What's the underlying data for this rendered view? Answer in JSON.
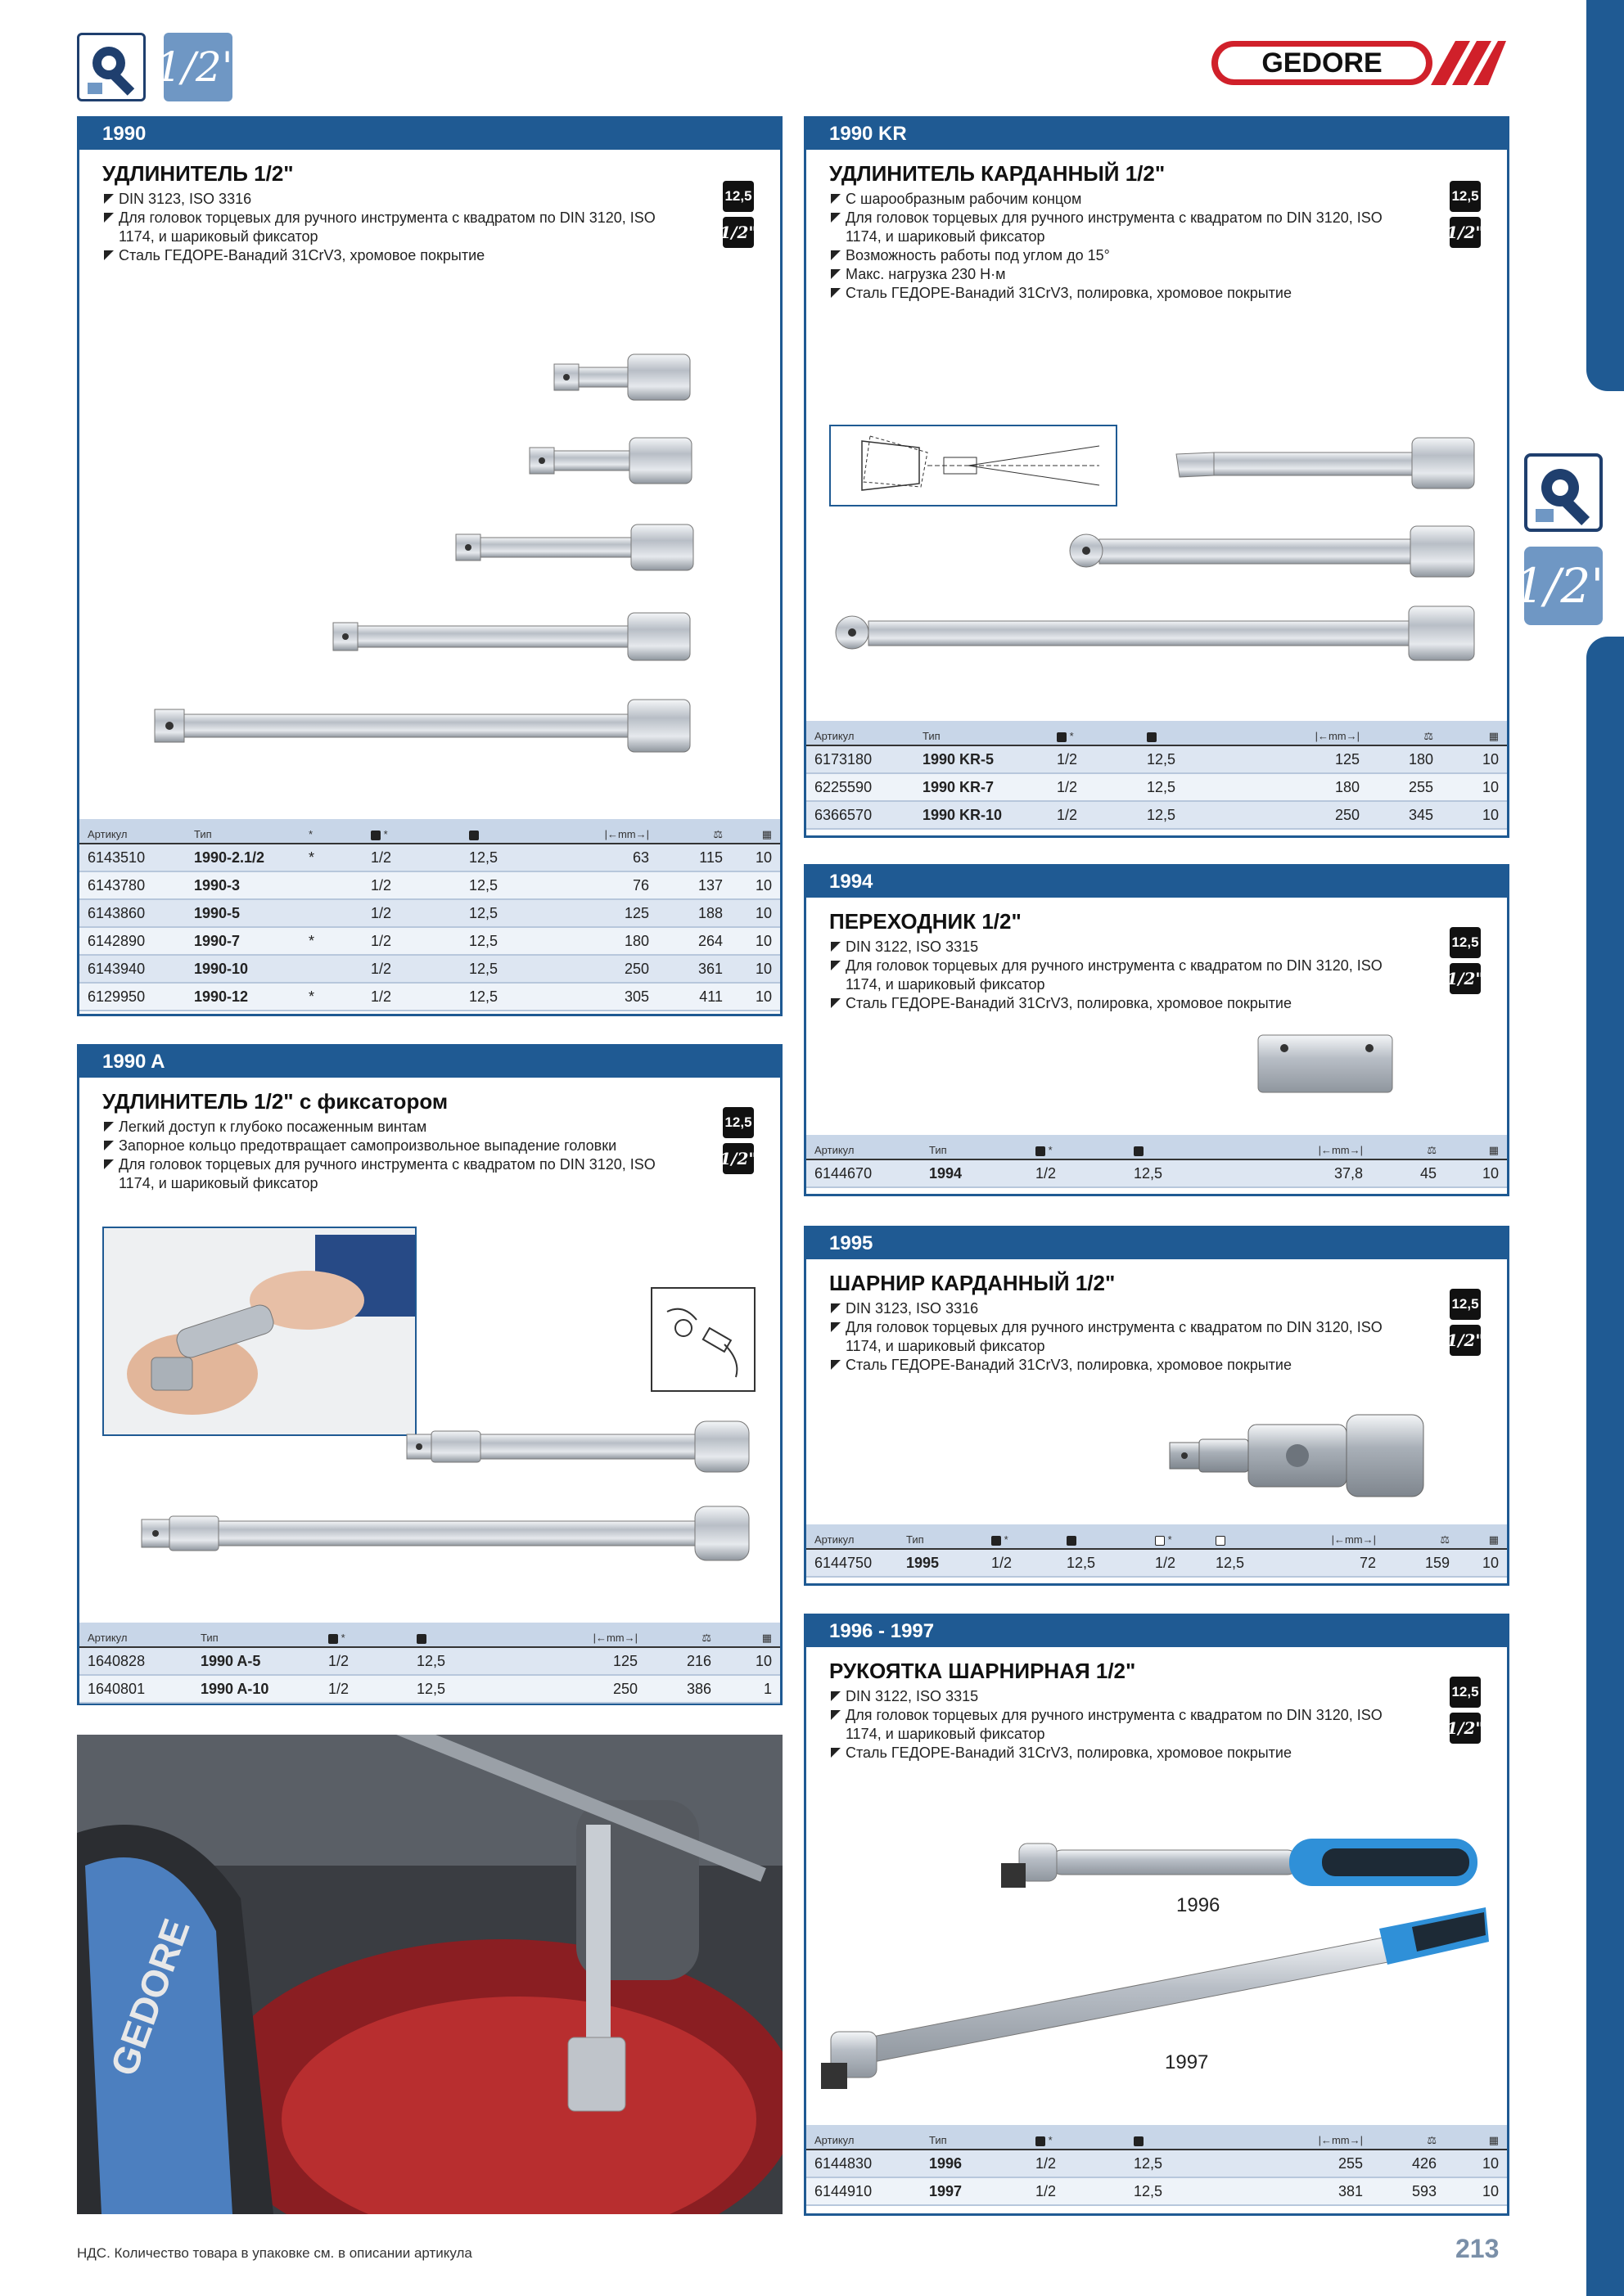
{
  "logo_text": "GEDORE",
  "header_half": "1/2\"",
  "s1990": {
    "code": "1990",
    "title": "УДЛИНИТЕЛЬ 1/2\"",
    "bullets": [
      "DIN 3123, ISO 3316",
      "Для головок торцевых для ручного инструмента с квадратом по DIN 3120, ISO 1174, и шариковый фиксатор",
      "Сталь ГЕДОРЕ-Ванадий 31CrV3, хромовое покрытие"
    ],
    "headers": [
      "Артикул",
      "Тип",
      "*",
      "■*",
      "■",
      "|←mm→|",
      "⚖",
      "▦"
    ],
    "rows": [
      [
        "6143510",
        "1990-2.1/2",
        "*",
        "1/2",
        "12,5",
        "63",
        "115",
        "10"
      ],
      [
        "6143780",
        "1990-3",
        "",
        "1/2",
        "12,5",
        "76",
        "137",
        "10"
      ],
      [
        "6143860",
        "1990-5",
        "",
        "1/2",
        "12,5",
        "125",
        "188",
        "10"
      ],
      [
        "6142890",
        "1990-7",
        "*",
        "1/2",
        "12,5",
        "180",
        "264",
        "10"
      ],
      [
        "6143940",
        "1990-10",
        "",
        "1/2",
        "12,5",
        "250",
        "361",
        "10"
      ],
      [
        "6129950",
        "1990-12",
        "*",
        "1/2",
        "12,5",
        "305",
        "411",
        "10"
      ]
    ]
  },
  "s1990kr": {
    "code": "1990 KR",
    "title": "УДЛИНИТЕЛЬ КАРДАННЫЙ 1/2\"",
    "bullets": [
      "С шарообразным рабочим концом",
      "Для головок торцевых для ручного инструмента с квадратом по DIN 3120, ISO 1174, и шариковый фиксатор",
      "Возможность работы под углом до 15°",
      "Макс. нагрузка 230 Н·м",
      "Сталь ГЕДОРЕ-Ванадий 31CrV3, полировка, хромовое покрытие"
    ],
    "headers": [
      "Артикул",
      "Тип",
      "■*",
      "■",
      "|←mm→|",
      "⚖",
      "▦"
    ],
    "rows": [
      [
        "6173180",
        "1990 KR-5",
        "1/2",
        "12,5",
        "125",
        "180",
        "10"
      ],
      [
        "6225590",
        "1990 KR-7",
        "1/2",
        "12,5",
        "180",
        "255",
        "10"
      ],
      [
        "6366570",
        "1990 KR-10",
        "1/2",
        "12,5",
        "250",
        "345",
        "10"
      ]
    ]
  },
  "s1990a": {
    "code": "1990 A",
    "title": "УДЛИНИТЕЛЬ 1/2\" с фиксатором",
    "bullets": [
      "Легкий доступ к глубоко посаженным винтам",
      "Запорное кольцо предотвращает самопроизвольное выпадение головки",
      "Для головок торцевых для ручного инструмента с квадратом по DIN 3120, ISO 1174, и шариковый фиксатор"
    ],
    "headers": [
      "Артикул",
      "Тип",
      "■*",
      "■",
      "|←mm→|",
      "⚖",
      "▦"
    ],
    "rows": [
      [
        "1640828",
        "1990 A-5",
        "1/2",
        "12,5",
        "125",
        "216",
        "10"
      ],
      [
        "1640801",
        "1990 A-10",
        "1/2",
        "12,5",
        "250",
        "386",
        "1"
      ]
    ]
  },
  "s1994": {
    "code": "1994",
    "title": "ПЕРЕХОДНИК 1/2\"",
    "bullets": [
      "DIN 3122, ISO 3315",
      "Для головок торцевых для ручного инструмента с квадратом по DIN 3120, ISO 1174, и шариковый фиксатор",
      "Сталь ГЕДОРЕ-Ванадий 31CrV3, полировка, хромовое покрытие"
    ],
    "headers": [
      "Артикул",
      "Тип",
      "■*",
      "■",
      "|←mm→|",
      "⚖",
      "▦"
    ],
    "rows": [
      [
        "6144670",
        "1994",
        "1/2",
        "12,5",
        "37,8",
        "45",
        "10"
      ]
    ]
  },
  "s1995": {
    "code": "1995",
    "title": "ШАРНИР КАРДАННЫЙ 1/2\"",
    "bullets": [
      "DIN 3123, ISO 3316",
      "Для головок торцевых для ручного инструмента с квадратом по DIN 3120, ISO 1174, и шариковый фиксатор",
      "Сталь ГЕДОРЕ-Ванадий 31CrV3, полировка, хромовое покрытие"
    ],
    "headers": [
      "Артикул",
      "Тип",
      "■*",
      "■",
      "□*",
      "□",
      "|←mm→|",
      "⚖",
      "▦"
    ],
    "rows": [
      [
        "6144750",
        "1995",
        "1/2",
        "12,5",
        "1/2",
        "12,5",
        "72",
        "159",
        "10"
      ]
    ]
  },
  "s1996": {
    "code": "1996 - 1997",
    "title": "РУКОЯТКА ШАРНИРНАЯ 1/2\"",
    "bullets": [
      "DIN 3122, ISO 3315",
      "Для головок торцевых для ручного инструмента с квадратом по DIN 3120, ISO 1174, и шариковый фиксатор",
      "Сталь ГЕДОРЕ-Ванадий 31CrV3, полировка, хромовое покрытие"
    ],
    "caption_1996": "1996",
    "caption_1997": "1997",
    "headers": [
      "Артикул",
      "Тип",
      "■*",
      "■",
      "|←mm→|",
      "⚖",
      "▦"
    ],
    "rows": [
      [
        "6144830",
        "1996",
        "1/2",
        "12,5",
        "255",
        "426",
        "10"
      ],
      [
        "6144910",
        "1997",
        "1/2",
        "12,5",
        "381",
        "593",
        "10"
      ]
    ]
  },
  "badge_size": "12,5",
  "footer": "НДС. Количество товара в упаковке см. в описании артикула",
  "page_number": "213",
  "colors": {
    "brand_blue": "#1f5a93",
    "row_light": "#dde6f2",
    "logo_red": "#d0202a"
  }
}
